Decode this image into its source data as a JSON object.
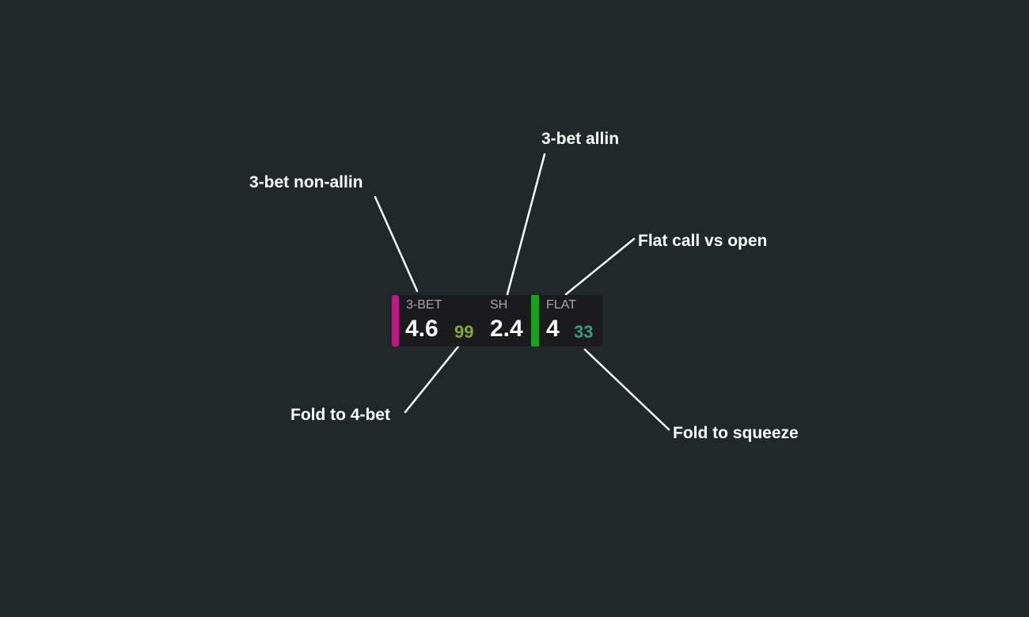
{
  "colors": {
    "background": "#212829",
    "hud_background": "#1b1a1c",
    "three_bet_bar": "#c0168a",
    "flat_bar": "#15a31a",
    "fold_to_4bet": "#84ab2f",
    "fold_to_squeeze": "#3b9c7a",
    "header_text": "#a7a7a7"
  },
  "hud": {
    "three_bet": {
      "header": "3-BET",
      "value": "4.6",
      "fold_value": "99"
    },
    "shove": {
      "header": "SH",
      "value": "2.4"
    },
    "flat": {
      "header": "FLAT",
      "value": "4",
      "fold_value": "33"
    }
  },
  "annotations": {
    "three_bet_non_allin": "3-bet non-allin",
    "three_bet_allin": "3-bet allin",
    "flat_call_vs_open": "Flat call vs open",
    "fold_to_4bet": "Fold to 4-bet",
    "fold_to_squeeze": "Fold to squeeze"
  }
}
